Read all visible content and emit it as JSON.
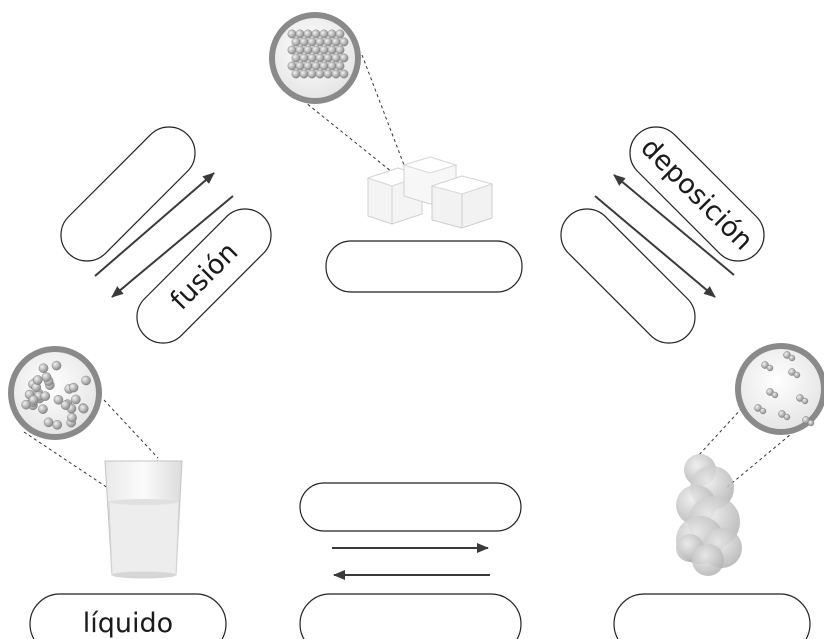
{
  "diagram": {
    "labels": {
      "fusion": "fusión",
      "deposicion": "deposición",
      "liquido": "líquido"
    },
    "blank_boxes": [
      {
        "id": "solid-state"
      },
      {
        "id": "upper-left-1"
      },
      {
        "id": "upper-right-2"
      },
      {
        "id": "bottom-middle-1"
      },
      {
        "id": "bottom-middle-2"
      },
      {
        "id": "gas-state"
      }
    ],
    "illustrations": [
      "ice-cubes",
      "glass-of-water",
      "vapor-cloud"
    ],
    "colors": {
      "outline": "#222222",
      "arrow": "#3a3a3a",
      "particle": "#9a9a9a"
    }
  }
}
